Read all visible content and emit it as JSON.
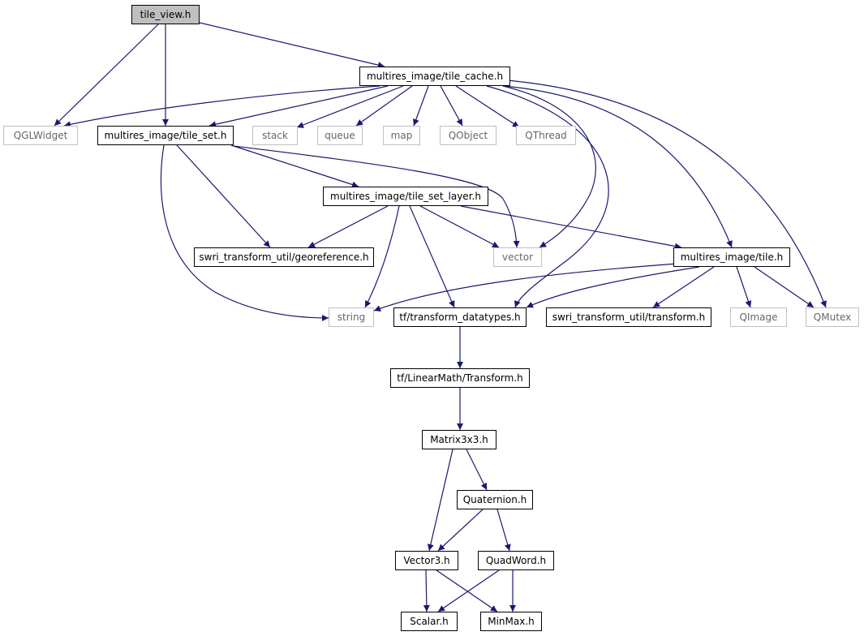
{
  "colors": {
    "edge": "#191970",
    "root_fill": "#bfbfbf",
    "external_border": "#bfbfbf",
    "external_text": "#666666"
  },
  "nodes": {
    "tile_view": "tile_view.h",
    "tile_cache": "multires_image/tile_cache.h",
    "qglwidget": "QGLWidget",
    "tile_set": "multires_image/tile_set.h",
    "stack": "stack",
    "queue": "queue",
    "map": "map",
    "qobject": "QObject",
    "qthread": "QThread",
    "tile_set_layer": "multires_image/tile_set_layer.h",
    "georeference": "swri_transform_util/georeference.h",
    "vector": "vector",
    "tile": "multires_image/tile.h",
    "string": "string",
    "transform_datatypes": "tf/transform_datatypes.h",
    "swri_transform": "swri_transform_util/transform.h",
    "qimage": "QImage",
    "qmutex": "QMutex",
    "linearmath_transform": "tf/LinearMath/Transform.h",
    "matrix3x3": "Matrix3x3.h",
    "quaternion": "Quaternion.h",
    "vector3": "Vector3.h",
    "quadword": "QuadWord.h",
    "scalar": "Scalar.h",
    "minmax": "MinMax.h"
  }
}
